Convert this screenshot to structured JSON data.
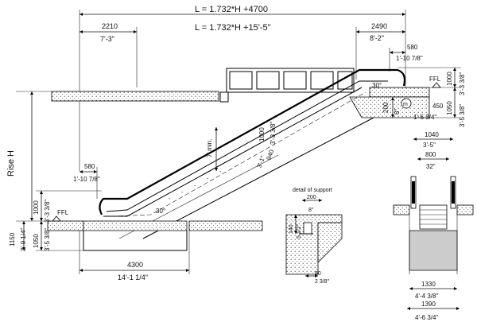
{
  "top": {
    "length_metric": "L = 1.732*H +4700",
    "length_imperial": "L = 1.732*H +15'-5\""
  },
  "left_top": {
    "metric": "2210",
    "imperial": "7'-3\""
  },
  "right_top": {
    "metric": "2490",
    "imperial": "8'-2\"",
    "small_metric": "580",
    "small_imperial": "1'-10 7/8\""
  },
  "right_heights": {
    "h1000": "1000",
    "h1000_imp": "3'-3 3/8\"",
    "h1050": "1050",
    "h1050_imp": "3'-5 3/8\"",
    "h450": "450",
    "h450_imp": "1'-5 3/4\"",
    "h200": "200",
    "h200_imp": "8\""
  },
  "ffl_top": "FFL",
  "ffl_bottom": "FFL",
  "rise": "Rise H",
  "incline": {
    "min_height": "7' min.",
    "balustrade_metric": "1000",
    "balustrade_imperial": "3'-3 3/8\"",
    "step_metric": "940",
    "step_imperial": "3'-1\"",
    "angle_bottom": "30°",
    "angle_top": "30°"
  },
  "left_bottom": {
    "small_metric": "580",
    "small_imperial": "1'-10 7/8\"",
    "h1000": "1000",
    "h1000_imp": "3'-3 3/8\"",
    "h1050": "1050",
    "h1050_imp": "3'-5 3/8\"",
    "h1150": "1150",
    "h1150_imp": "3'-9 1/4\""
  },
  "bottom_span": {
    "metric": "4300",
    "imperial": "14'-1 1/4\""
  },
  "support_detail": {
    "title": "detail of support",
    "w200": "200",
    "w200_imp": "8\"",
    "h140": "140",
    "h140_imp": "5 1/2\"",
    "w60": "60",
    "w60_imp": "2 3/8\""
  },
  "cross_section": {
    "w1040": "1040",
    "w1040_imp": "3'-5\"",
    "w800": "800",
    "w800_imp": "32\"",
    "w1330": "1330",
    "w1330_imp": "4'-4 3/8\"",
    "w1390": "1390",
    "w1390_imp": "4'-6 3/4\""
  }
}
